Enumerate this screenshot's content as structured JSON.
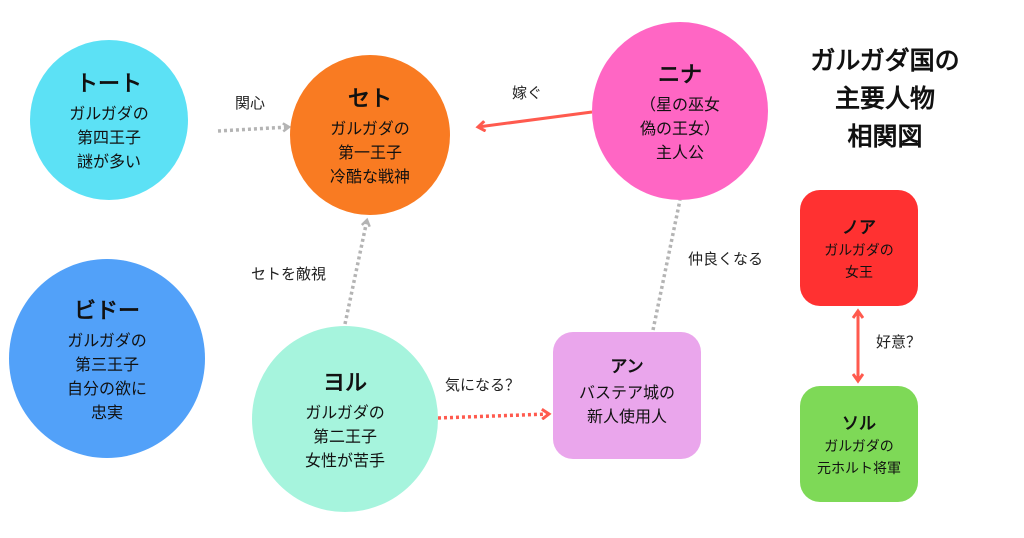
{
  "title": "ガルガダ国の\n主要人物\n相関図",
  "colors": {
    "toto": "#5ce1f5",
    "seto": "#f97b22",
    "nina": "#ff66c4",
    "bido": "#52a1f9",
    "yoru": "#a6f4dd",
    "an": "#eaa6ec",
    "noa": "#ff3131",
    "soru": "#7ed957",
    "gray_edge": "#b4b4b4",
    "red_edge": "#ff5a4e"
  },
  "nodes": {
    "toto": {
      "name": "トート",
      "desc": "ガルガダの\n第四王子\n謎が多い"
    },
    "seto": {
      "name": "セト",
      "desc": "ガルガダの\n第一王子\n冷酷な戦神"
    },
    "nina": {
      "name": "ニナ",
      "desc": "（星の巫女\n偽の王女）\n主人公"
    },
    "bido": {
      "name": "ビドー",
      "desc": "ガルガダの\n第三王子\n自分の欲に\n忠実"
    },
    "yoru": {
      "name": "ヨル",
      "desc": "ガルガダの\n第二王子\n女性が苦手"
    },
    "an": {
      "name": "アン",
      "desc": "バステア城の\n新人使用人"
    },
    "noa": {
      "name": "ノア",
      "desc": "ガルガダの\n女王"
    },
    "soru": {
      "name": "ソル",
      "desc": "ガルガダの\n元ホルト将軍"
    }
  },
  "edges": {
    "toto_seto": "関心",
    "nina_seto": "嫁ぐ",
    "yoru_seto": "セトを敵視",
    "an_nina": "仲良くなる",
    "yoru_an": "気になる？",
    "noa_soru": "好意？"
  }
}
